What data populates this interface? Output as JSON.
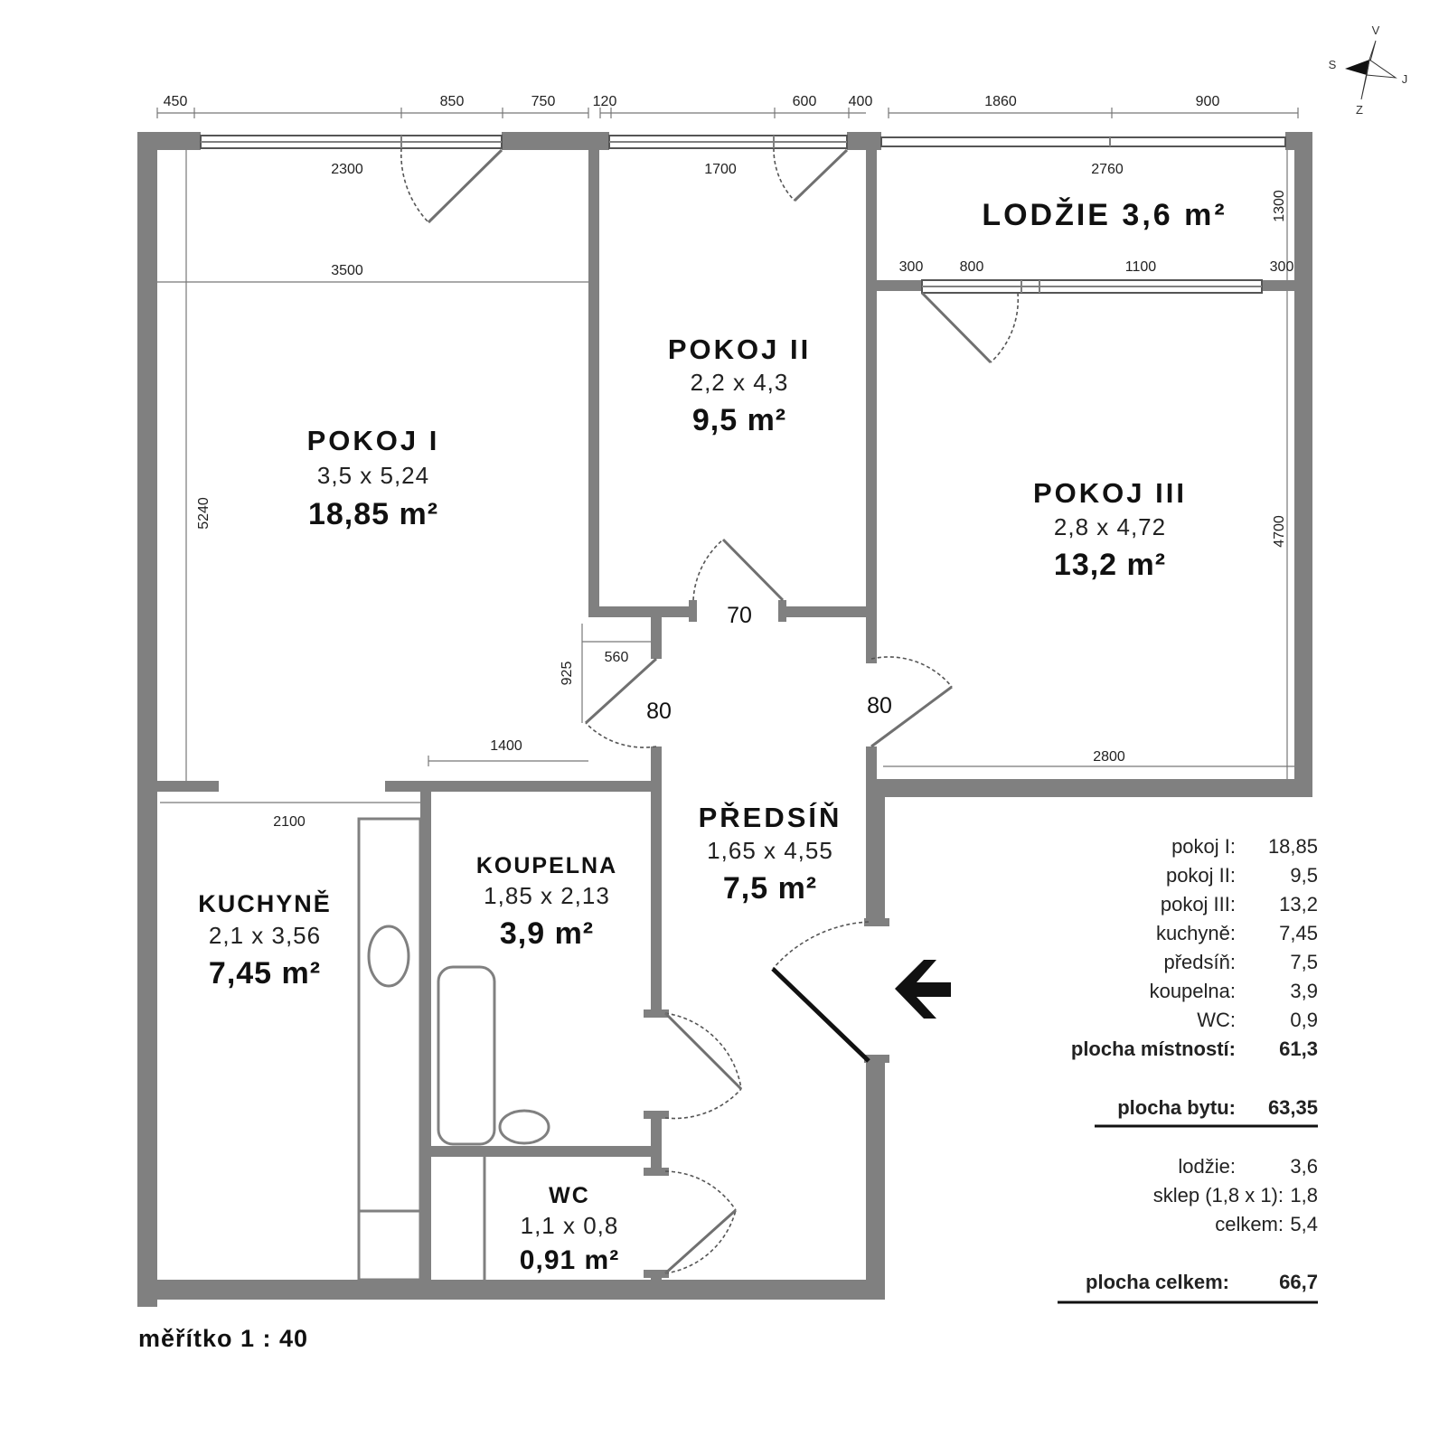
{
  "compass": {
    "north": "V",
    "east": "J",
    "south": "Z",
    "west": "S"
  },
  "top_dims": [
    "450",
    "850",
    "750",
    "120",
    "600",
    "400",
    "1860",
    "900"
  ],
  "inner_dims": {
    "p1_window": "2300",
    "p1_width": "3500",
    "p1_height": "5240",
    "p1_nook_h": "925",
    "p1_nook_w": "560",
    "p1_bottom": "1400",
    "p2_window": "1700",
    "lodzie_width": "2760",
    "lodzie_height": "1300",
    "p3_seg1": "300",
    "p3_seg2": "800",
    "p3_seg3": "1100",
    "p3_seg4": "300",
    "p3_height": "4700",
    "p3_bottom": "2800",
    "kitchen_width": "2100"
  },
  "door_widths": {
    "p2": "70",
    "p1": "80",
    "p3": "80"
  },
  "rooms": {
    "pokoj1": {
      "name": "POKOJ  I",
      "dims": "3,5 x 5,24",
      "area": "18,85 m²"
    },
    "pokoj2": {
      "name": "POKOJ  II",
      "dims": "2,2 x 4,3",
      "area": "9,5 m²"
    },
    "pokoj3": {
      "name": "POKOJ  III",
      "dims": "2,8 x 4,72",
      "area": "13,2 m²"
    },
    "lodzie": {
      "label": "LODŽIE 3,6 m²"
    },
    "predsin": {
      "name": "PŘEDSÍŇ",
      "dims": "1,65 x 4,55",
      "area": "7,5 m²"
    },
    "kuchyne": {
      "name": "KUCHYNĚ",
      "dims": "2,1 x 3,56",
      "area": "7,45 m²"
    },
    "koupelna": {
      "name": "KOUPELNA",
      "dims": "1,85 x 2,13",
      "area": "3,9 m²"
    },
    "wc": {
      "name": "WC",
      "dims": "1,1 x 0,8",
      "area": "0,91 m²"
    }
  },
  "summary": [
    {
      "label": "pokoj I:",
      "value": "18,85"
    },
    {
      "label": "pokoj II:",
      "value": "9,5"
    },
    {
      "label": "pokoj III:",
      "value": "13,2"
    },
    {
      "label": "kuchyně:",
      "value": "7,45"
    },
    {
      "label": "předsíň:",
      "value": "7,5"
    },
    {
      "label": "koupelna:",
      "value": "3,9"
    },
    {
      "label": "WC:",
      "value": "0,9"
    }
  ],
  "plocha_mistnosti": {
    "label": "plocha místností:",
    "value": "61,3"
  },
  "plocha_bytu": {
    "label": "plocha bytu:",
    "value": "63,35"
  },
  "extras": [
    {
      "label": "lodžie:",
      "value": "3,6"
    },
    {
      "label": "sklep (1,8 x 1):",
      "value": "1,8"
    },
    {
      "label": "celkem:",
      "value": "5,4"
    }
  ],
  "plocha_celkem": {
    "label": "plocha celkem:",
    "value": "66,7"
  },
  "scale": "měřítko 1 : 40"
}
